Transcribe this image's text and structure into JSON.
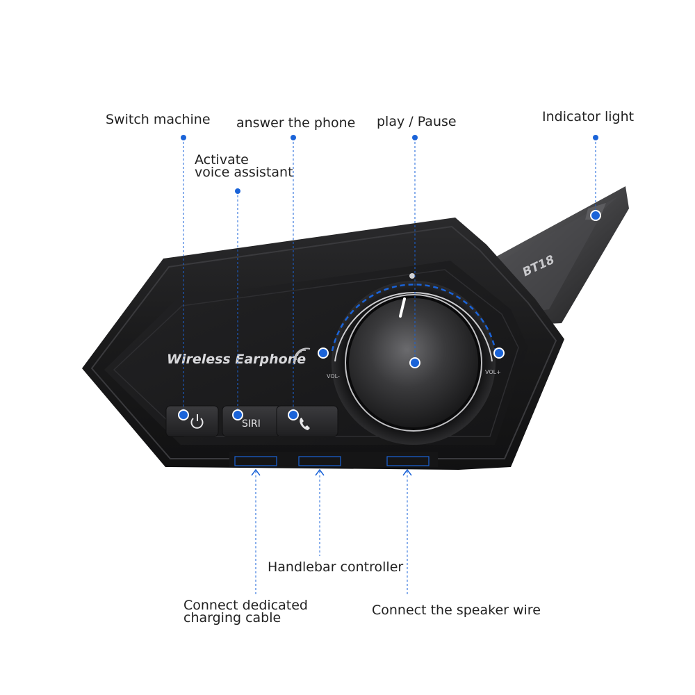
{
  "device": {
    "brand_text": "Wireless Earphone",
    "model_text": "BT18",
    "vol_minus_text": "VOL-",
    "vol_plus_text": "VOL+",
    "siri_text": "SIRI"
  },
  "callouts": {
    "switch_machine": "Switch machine",
    "activate_line1": "Activate",
    "activate_line2": "voice assistant",
    "answer_phone": "answer the phone",
    "play_pause": "play / Pause",
    "indicator_light": "Indicator light",
    "handlebar_controller": "Handlebar controller",
    "charging_line1": "Connect dedicated",
    "charging_line2": "charging cable",
    "speaker_wire": "Connect the speaker wire"
  },
  "colors": {
    "accent": "#1a63d8",
    "device_body": "#1c1c1e",
    "text": "#222222"
  }
}
